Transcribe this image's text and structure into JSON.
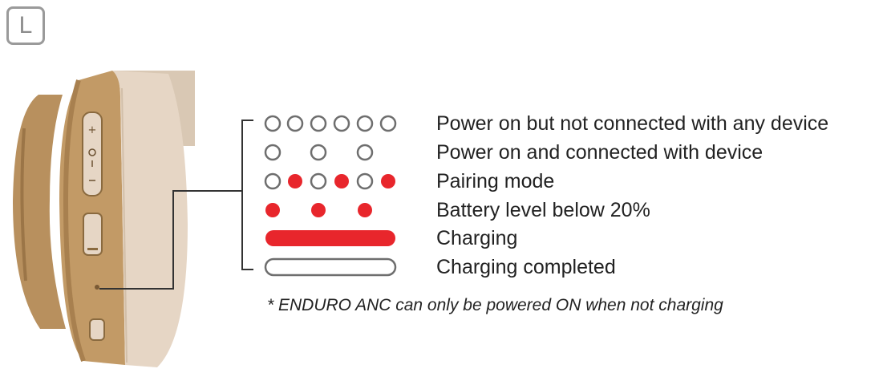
{
  "side_badge": "L",
  "led_states": [
    {
      "label": "Power on but not connected with any device",
      "pattern": [
        "off",
        "off",
        "off",
        "off",
        "off",
        "off"
      ]
    },
    {
      "label": "Power on and connected with device",
      "pattern": [
        "off",
        "none",
        "off",
        "none",
        "off",
        "none"
      ]
    },
    {
      "label": "Pairing mode",
      "pattern": [
        "off",
        "red",
        "off",
        "red",
        "off",
        "red"
      ]
    },
    {
      "label": "Battery level below 20%",
      "pattern": [
        "red",
        "none",
        "red",
        "none",
        "red",
        "none"
      ]
    },
    {
      "label": "Charging",
      "pattern": "bar-red"
    },
    {
      "label": "Charging completed",
      "pattern": "bar-off"
    }
  ],
  "footnote": "*  ENDURO ANC can only be powered ON when not charging",
  "colors": {
    "led_red": "#e8262c",
    "led_outline": "#6e6e6e",
    "cushion": "#c29a66",
    "cushion_dark": "#a8804f",
    "shell": "#e6d6c5",
    "headband": "#d9c8b4"
  }
}
